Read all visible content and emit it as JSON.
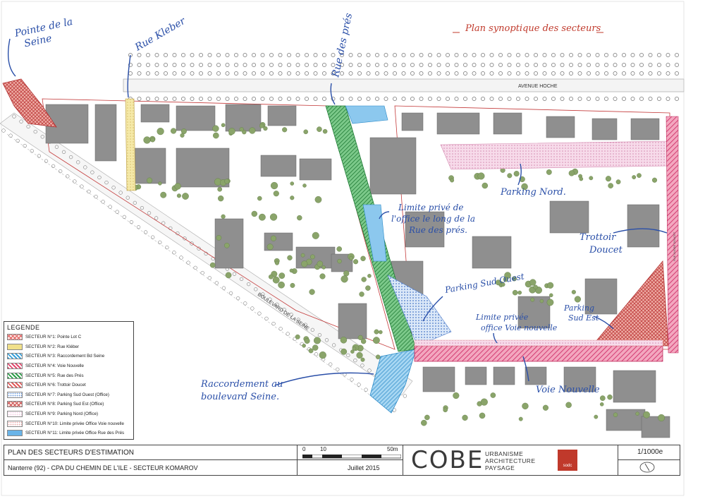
{
  "title_handwritten": "Plan synoptique des secteurs",
  "street_labels": {
    "avenue_hoche": "AVENUE HOCHE",
    "boulevard_seine": "BOULEVARD DE LA SEINE",
    "rue_doucet": "RUE ANDRE DOUCET"
  },
  "handwritten_labels": {
    "pointe_seine": [
      "Pointe de la",
      "Seine"
    ],
    "rue_kleber": "Rue Kleber",
    "rue_des_pres": "Rue des prés",
    "limite_privee_office": [
      "Limite privé de",
      "l'office le long de la",
      "Rue des prés."
    ],
    "parking_nord": "Parking Nord.",
    "trottoir_doucet": [
      "Trottoir",
      "Doucet"
    ],
    "parking_sud_ouest": "Parking Sud Ouest",
    "limite_privee_voie": [
      "Limite privée",
      "office Voie nouvelle"
    ],
    "parking_sud_est": [
      "Parking",
      "Sud Est"
    ],
    "raccordement": [
      "Raccordement au",
      "boulevard Seine."
    ],
    "voie_nouvelle": "Voie Nouvelle"
  },
  "legend": {
    "title": "LEGENDE",
    "items": [
      {
        "label": "SECTEUR N°1: Pointe Lot C",
        "color": "#e05a5a",
        "pattern": "cross"
      },
      {
        "label": "SECTEUR N°2: Rue Kléber",
        "color": "#f0e08a",
        "pattern": "solid"
      },
      {
        "label": "SECTEUR N°3: Raccordement Bd Seine",
        "color": "#3aa0d8",
        "pattern": "hatch"
      },
      {
        "label": "SECTEUR N°4: Voie Nouvelle",
        "color": "#e04a6e",
        "pattern": "diag"
      },
      {
        "label": "SECTEUR N°5: Rue des Prés",
        "color": "#2e9e4a",
        "pattern": "hatch"
      },
      {
        "label": "SECTEUR N°6: Trottoir Doucet",
        "color": "#e05a5a",
        "pattern": "diag"
      },
      {
        "label": "SECTEUR N°7: Parking Sud Ouest (Office)",
        "color": "#5a8fd8",
        "pattern": "dots"
      },
      {
        "label": "SECTEUR N°8: Parking Sud Est (Office)",
        "color": "#c84a4a",
        "pattern": "cross"
      },
      {
        "label": "SECTEUR N°9: Parking Nord (Office)",
        "color": "#f2c4de",
        "pattern": "dots"
      },
      {
        "label": "SECTEUR N°10: Limite privée Office Voie nouvelle",
        "color": "#e8a0a0",
        "pattern": "dots"
      },
      {
        "label": "SECTEUR N°11: Limite privée Office Rue des Prés",
        "color": "#6ab4e8",
        "pattern": "solid"
      }
    ]
  },
  "cartouche": {
    "plan_title": "PLAN DES SECTEURS D'ESTIMATION",
    "project": "Nanterre (92) - CPA DU CHEMIN DE L'ILE - SECTEUR KOMAROV",
    "date": "Juillet 2015",
    "scale_labels": [
      "0",
      "10",
      "50m"
    ],
    "agency_logo": "COBE",
    "agency_lines": [
      "URBANISME",
      "ARCHITECTURE",
      "PAYSAGE"
    ],
    "client_logo": "sodc",
    "scale": "1/1000e"
  },
  "colors": {
    "green_sector": "#2e9e4a",
    "pink_sector": "#e04a6e",
    "blue_sector": "#3aa0d8",
    "red_sector": "#c84a4a",
    "building": "#8c8c8c",
    "tree": "#7a9a5a",
    "ink": "#2a4fa8"
  }
}
